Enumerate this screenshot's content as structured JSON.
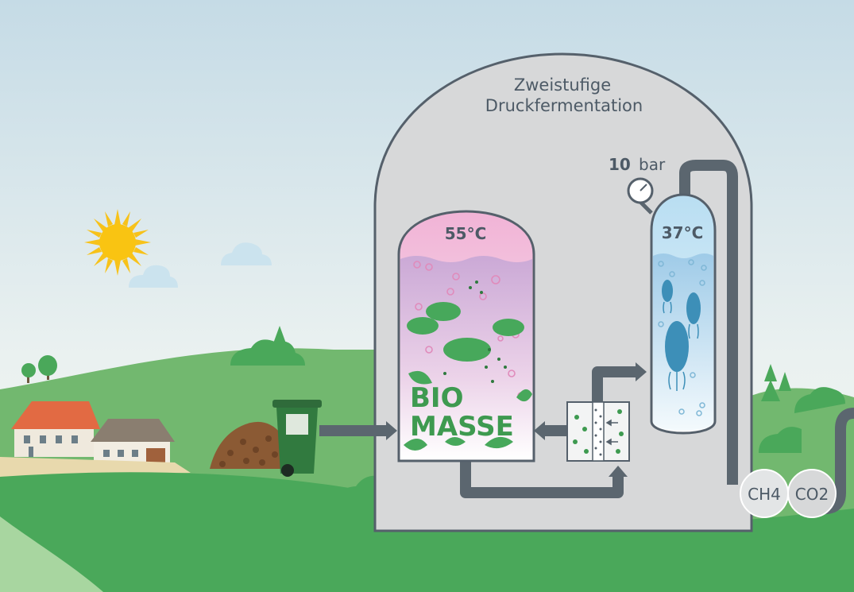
{
  "title_line1": "Zweistufige",
  "title_line2": "Druckfermentation",
  "pressure_value": "10",
  "pressure_unit": "bar",
  "hydrolysis_temp": "55°C",
  "methane_temp": "37°C",
  "biomass_line1": "BIO",
  "biomass_line2": "MASSE",
  "gas1": "CH4",
  "gas2": "CO2",
  "colors": {
    "sky_top": "#c9dce6",
    "sky_bottom": "#f1f5f3",
    "grass": "#4aa85a",
    "grass_light": "#8cc98a",
    "vessel": "#d7d8d9",
    "vessel_stroke": "#55606b",
    "pipe": "#5b666f",
    "hydrolysis_top": "#f1b6d8",
    "methane_top": "#bfe1f3",
    "microbe_green": "#47a85b",
    "microbe_blue": "#3d8fb8"
  },
  "icons": [
    "sun-icon",
    "cloud-icon",
    "house-icon",
    "barn-icon",
    "compost-heap-icon",
    "green-bin-icon",
    "pressure-gauge-icon",
    "bacteria-icon",
    "filter-icon",
    "tree-icon",
    "bush-icon"
  ]
}
